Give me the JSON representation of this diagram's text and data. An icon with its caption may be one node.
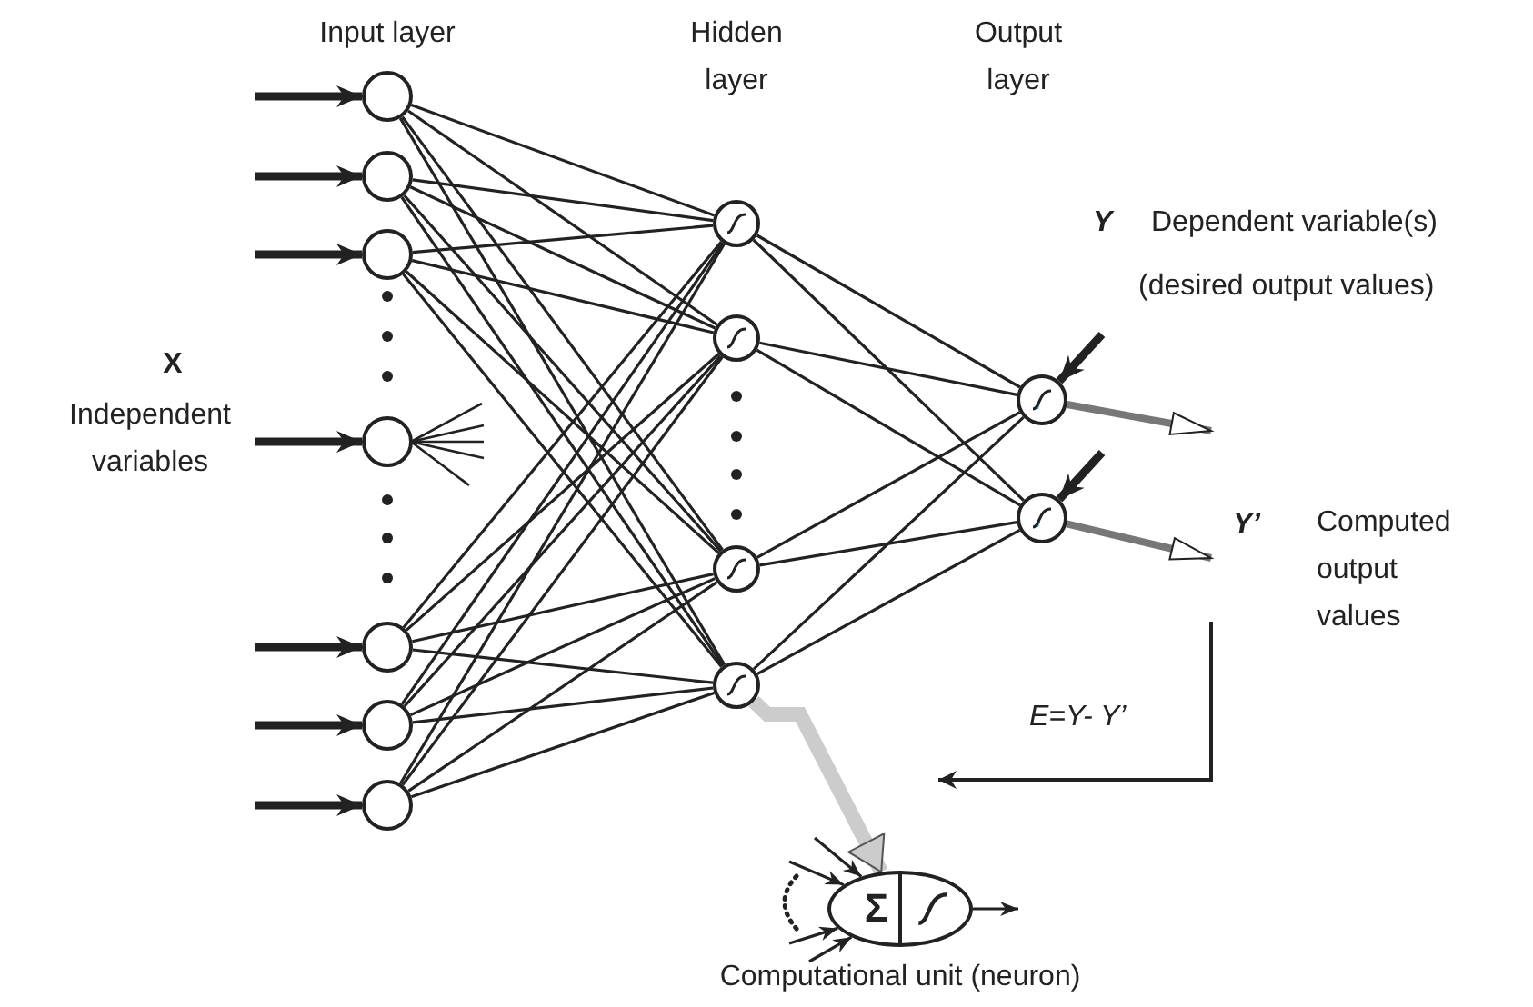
{
  "diagram": {
    "nodes": [
      {
        "text": [],
        "shape": "circle"
      },
      {
        "text": [],
        "shape": "circle"
      },
      {
        "text": [],
        "shape": "circle"
      },
      {
        "text": [],
        "shape": "circle"
      },
      {
        "text": [],
        "shape": "circle"
      },
      {
        "text": [],
        "shape": "circle"
      },
      {
        "text": [],
        "shape": "circle"
      },
      {
        "text": [],
        "shape": "circle"
      },
      {
        "text": [],
        "shape": "circle"
      },
      {
        "text": [],
        "shape": "circle"
      },
      {
        "text": [],
        "shape": "circle"
      },
      {
        "text": [],
        "shape": "circle"
      },
      {
        "text": [],
        "shape": "circle"
      },
      {
        "text": [
          "Σ"
        ],
        "beside": [
          "Computational unit (neuron)"
        ]
      }
    ],
    "edges": [
      {
        "from": null,
        "to": 0,
        "arrow": "to",
        "style": "thick"
      },
      {
        "from": null,
        "to": 1,
        "arrow": "to",
        "style": "thick"
      },
      {
        "from": null,
        "to": 2,
        "arrow": "to",
        "style": "thick"
      },
      {
        "from": null,
        "to": 3,
        "arrow": "to",
        "style": "thick"
      },
      {
        "from": null,
        "to": 4,
        "arrow": "to",
        "style": "thick"
      },
      {
        "from": null,
        "to": 5,
        "arrow": "to",
        "style": "thick"
      },
      {
        "from": null,
        "to": 6,
        "arrow": "to",
        "style": "thick"
      },
      {
        "from": 0,
        "to": 7,
        "arrow": "none"
      },
      {
        "from": 0,
        "to": 8,
        "arrow": "none"
      },
      {
        "from": 0,
        "to": 9,
        "arrow": "none"
      },
      {
        "from": 0,
        "to": 10,
        "arrow": "none"
      },
      {
        "from": 1,
        "to": 7,
        "arrow": "none"
      },
      {
        "from": 1,
        "to": 8,
        "arrow": "none"
      },
      {
        "from": 1,
        "to": 9,
        "arrow": "none"
      },
      {
        "from": 1,
        "to": 10,
        "arrow": "none"
      },
      {
        "from": 2,
        "to": 7,
        "arrow": "none"
      },
      {
        "from": 2,
        "to": 8,
        "arrow": "none"
      },
      {
        "from": 2,
        "to": 9,
        "arrow": "none"
      },
      {
        "from": 2,
        "to": 10,
        "arrow": "none"
      },
      {
        "from": 4,
        "to": 7,
        "arrow": "none"
      },
      {
        "from": 4,
        "to": 8,
        "arrow": "none"
      },
      {
        "from": 4,
        "to": 9,
        "arrow": "none"
      },
      {
        "from": 4,
        "to": 10,
        "arrow": "none"
      },
      {
        "from": 5,
        "to": 7,
        "arrow": "none"
      },
      {
        "from": 5,
        "to": 8,
        "arrow": "none"
      },
      {
        "from": 5,
        "to": 9,
        "arrow": "none"
      },
      {
        "from": 5,
        "to": 10,
        "arrow": "none"
      },
      {
        "from": 6,
        "to": 7,
        "arrow": "none"
      },
      {
        "from": 6,
        "to": 8,
        "arrow": "none"
      },
      {
        "from": 6,
        "to": 9,
        "arrow": "none"
      },
      {
        "from": 6,
        "to": 10,
        "arrow": "none"
      },
      {
        "from": 7,
        "to": 11,
        "arrow": "none"
      },
      {
        "from": 7,
        "to": 12,
        "arrow": "none"
      },
      {
        "from": 8,
        "to": 11,
        "arrow": "none"
      },
      {
        "from": 8,
        "to": 12,
        "arrow": "none"
      },
      {
        "from": 9,
        "to": 11,
        "arrow": "none"
      },
      {
        "from": 9,
        "to": 12,
        "arrow": "none"
      },
      {
        "from": 10,
        "to": 11,
        "arrow": "none"
      },
      {
        "from": 10,
        "to": 12,
        "arrow": "none"
      },
      {
        "from": null,
        "to": 11,
        "arrow": "to",
        "style": "thick"
      },
      {
        "from": null,
        "to": 12,
        "arrow": "to",
        "style": "thick"
      },
      {
        "from": 11,
        "to": null,
        "arrow": "to",
        "style": "thick",
        "color": "#777777"
      },
      {
        "from": 12,
        "to": null,
        "arrow": "to",
        "style": "thick",
        "color": "#777777"
      },
      {
        "from": 10,
        "to": 13,
        "arrow": "to",
        "style": "thick",
        "color": "#cccccc"
      },
      {
        "from": null,
        "to": 13,
        "arrow": "to"
      },
      {
        "from": null,
        "to": 13,
        "arrow": "to"
      },
      {
        "from": null,
        "to": 13,
        "arrow": "to"
      },
      {
        "from": null,
        "to": 13,
        "arrow": "to"
      },
      {
        "from": 13,
        "to": null,
        "arrow": "to"
      }
    ],
    "labels": [
      "Input layer",
      "Hidden layer",
      "Output layer",
      "X",
      "Independent variables",
      "Y",
      "Dependent variable(s)",
      "(desired output values)",
      "Y’",
      "Computed output values",
      "E=Y- Y’"
    ]
  }
}
